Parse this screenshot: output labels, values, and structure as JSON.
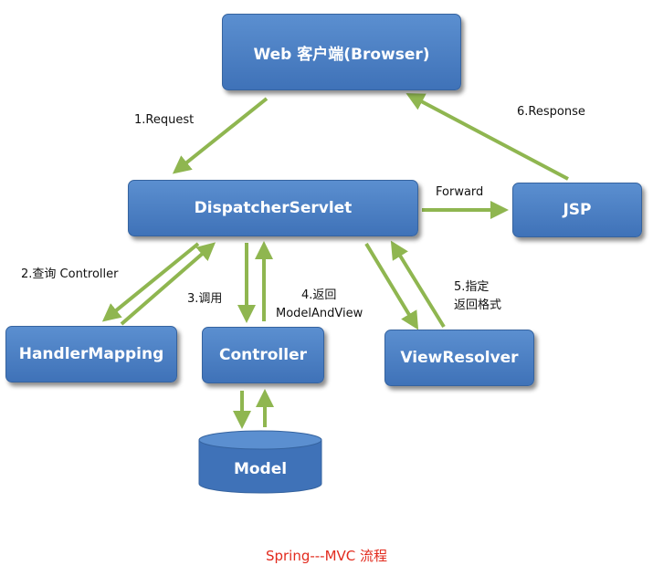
{
  "nodes": {
    "browser": "Web 客户端(Browser)",
    "dispatcher": "DispatcherServlet",
    "jsp": "JSP",
    "handler_mapping": "HandlerMapping",
    "controller": "Controller",
    "view_resolver": "ViewResolver",
    "model": "Model"
  },
  "labels": {
    "request": "1.Request",
    "response": "6.Response",
    "forward": "Forward",
    "query_controller": "2.查询 Controller",
    "invoke": "3.调用",
    "return_line1": "4.返回",
    "return_line2": "ModelAndView",
    "specify_line1": "5.指定",
    "specify_line2": "返回格式"
  },
  "caption": "Spring---MVC 流程",
  "colors": {
    "box_fill": "#4a7fc4",
    "arrow": "#8fb650",
    "caption": "#e22b1e"
  }
}
